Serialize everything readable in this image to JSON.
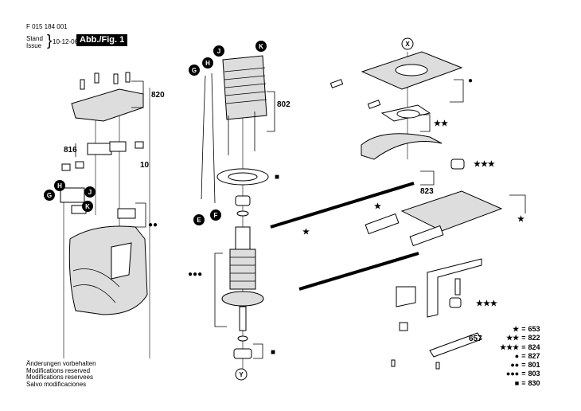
{
  "header": {
    "document_number": "F 015 184 001",
    "stand_label": "Stand",
    "issue_label": "Issue",
    "date": "10-12-06",
    "figure_label": "Abb./Fig. 1"
  },
  "notes": [
    "Änderungen vorbehalten",
    "Modifications reserved",
    "Modifications reservees",
    "Salvo modificaciones"
  ],
  "callouts": {
    "part_820": "820",
    "part_816": "816",
    "part_10": "10",
    "part_802": "802",
    "part_823": "823",
    "part_657": "657",
    "letter_G": "G",
    "letter_H": "H",
    "letter_J": "J",
    "letter_K": "K",
    "letter_E": "E",
    "letter_F": "F",
    "letter_X": "X",
    "letter_Y": "Y"
  },
  "legend": [
    {
      "symbol": "★",
      "value": "653"
    },
    {
      "symbol": "★★",
      "value": "822"
    },
    {
      "symbol": "★★★",
      "value": "824"
    },
    {
      "symbol": "●",
      "value": "827"
    },
    {
      "symbol": "●●",
      "value": "801"
    },
    {
      "symbol": "●●●",
      "value": "803"
    },
    {
      "symbol": "■",
      "value": "830"
    }
  ],
  "legend_equals": "=",
  "diagram_symbols": {
    "one_star": "★",
    "two_stars": "★★",
    "three_stars": "★★★",
    "one_dot": "●",
    "two_dots": "●●",
    "three_dots": "●●●",
    "square": "■"
  }
}
